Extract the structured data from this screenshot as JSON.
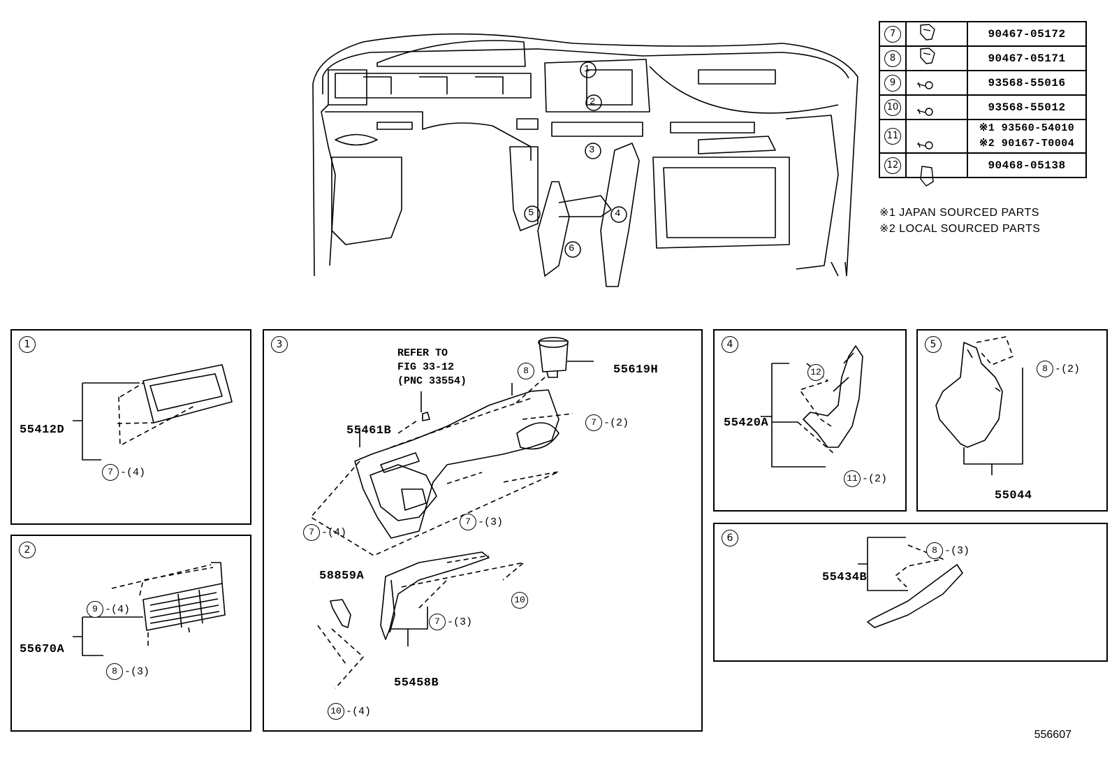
{
  "parts_table": [
    {
      "ref": "7",
      "icon": "clip-icon",
      "parts": [
        "90467-05172"
      ]
    },
    {
      "ref": "8",
      "icon": "clip-icon",
      "parts": [
        "90467-05171"
      ]
    },
    {
      "ref": "9",
      "icon": "screw-icon",
      "parts": [
        "93568-55016"
      ]
    },
    {
      "ref": "10",
      "icon": "screw-icon",
      "parts": [
        "93568-55012"
      ]
    },
    {
      "ref": "11",
      "icon": "screw-icon",
      "parts": [
        "※1 93560-54010",
        "※2 90167-T0004"
      ]
    },
    {
      "ref": "12",
      "icon": "nut-icon",
      "parts": [
        "90468-05138"
      ]
    }
  ],
  "notes": [
    "※1 JAPAN SOURCED PARTS",
    "※2 LOCAL SOURCED PARTS"
  ],
  "overview_callouts": [
    "1",
    "2",
    "3",
    "4",
    "5",
    "6"
  ],
  "panels": {
    "p1": {
      "num": "1",
      "label": "55412D",
      "callout_ref": "7",
      "callout_qty": "-(4)"
    },
    "p2": {
      "num": "2",
      "label": "55670A",
      "c1_ref": "9",
      "c1_qty": "-(4)",
      "c2_ref": "8",
      "c2_qty": "-(3)"
    },
    "p3": {
      "num": "3",
      "refer": "REFER TO\nFIG 33-12\n(PNC 33554)",
      "l1": "55619H",
      "l2": "55461B",
      "l3": "58859A",
      "l4": "55458B",
      "c8": "8",
      "c7a_ref": "7",
      "c7a_qty": "-(2)",
      "c7b_ref": "7",
      "c7b_qty": "-(4)",
      "c7c_ref": "7",
      "c7c_qty": "-(3)",
      "c7d_ref": "7",
      "c7d_qty": "-(3)",
      "c10a": "10",
      "c10b_ref": "10",
      "c10b_qty": "-(4)"
    },
    "p4": {
      "num": "4",
      "label": "55420A",
      "c12": "12",
      "c11_ref": "11",
      "c11_qty": "-(2)"
    },
    "p5": {
      "num": "5",
      "label": "55044",
      "c8_ref": "8",
      "c8_qty": "-(2)"
    },
    "p6": {
      "num": "6",
      "label": "55434B",
      "c8_ref": "8",
      "c8_qty": "-(3)"
    }
  },
  "diagram_number": "556607"
}
